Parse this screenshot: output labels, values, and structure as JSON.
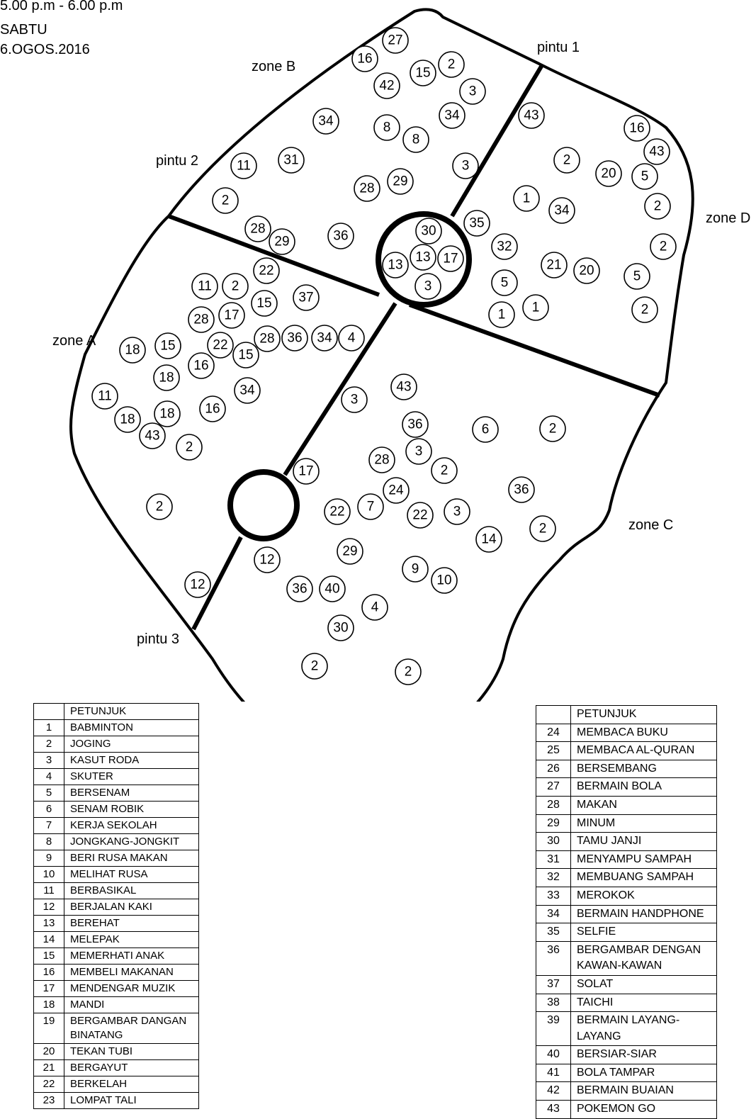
{
  "header": {
    "time": "5.00 p.m - 6.00 p.m",
    "day": "SABTU",
    "date": "6.OGOS.2016"
  },
  "map": {
    "zones": {
      "a": "zone A",
      "b": "zone B",
      "c": "zone C",
      "d": "zone D"
    },
    "gates": {
      "g1": "pintu 1",
      "g2": "pintu 2",
      "g3": "pintu 3"
    },
    "markers": {
      "zone_a": [
        "22",
        "11",
        "2",
        "37",
        "15",
        "28",
        "17",
        "18",
        "15",
        "22",
        "28",
        "36",
        "34",
        "4",
        "15",
        "16",
        "18",
        "34",
        "11",
        "16",
        "18",
        "18",
        "43",
        "2",
        "2",
        "17",
        "12",
        "12"
      ],
      "zone_b": [
        "27",
        "16",
        "2",
        "15",
        "42",
        "3",
        "34",
        "34",
        "8",
        "8",
        "11",
        "31",
        "3",
        "29",
        "28",
        "2",
        "36",
        "28",
        "29",
        "30",
        "13",
        "13",
        "17",
        "3"
      ],
      "zone_c": [
        "43",
        "3",
        "36",
        "6",
        "2",
        "28",
        "3",
        "2",
        "24",
        "36",
        "7",
        "22",
        "22",
        "3",
        "2",
        "14",
        "29",
        "9",
        "10",
        "36",
        "40",
        "4",
        "30",
        "2",
        "2"
      ],
      "zone_d": [
        "43",
        "16",
        "43",
        "2",
        "20",
        "5",
        "1",
        "34",
        "2",
        "35",
        "2",
        "32",
        "21",
        "20",
        "5",
        "5",
        "1",
        "1",
        "2"
      ]
    }
  },
  "legend_left": {
    "header": "PETUNJUK",
    "rows": [
      {
        "no": "1",
        "label": "BABMINTON"
      },
      {
        "no": "2",
        "label": "JOGING"
      },
      {
        "no": "3",
        "label": "KASUT RODA"
      },
      {
        "no": "4",
        "label": "SKUTER"
      },
      {
        "no": "5",
        "label": "BERSENAM"
      },
      {
        "no": "6",
        "label": "SENAM ROBIK"
      },
      {
        "no": "7",
        "label": "KERJA SEKOLAH"
      },
      {
        "no": "8",
        "label": "JONGKANG-JONGKIT"
      },
      {
        "no": "9",
        "label": "BERI RUSA MAKAN"
      },
      {
        "no": "10",
        "label": "MELIHAT RUSA"
      },
      {
        "no": "11",
        "label": "BERBASIKAL"
      },
      {
        "no": "12",
        "label": "BERJALAN KAKI"
      },
      {
        "no": "13",
        "label": "BEREHAT"
      },
      {
        "no": "14",
        "label": "MELEPAK"
      },
      {
        "no": "15",
        "label": "MEMERHATI ANAK"
      },
      {
        "no": "16",
        "label": "MEMBELI MAKANAN"
      },
      {
        "no": "17",
        "label": "MENDENGAR MUZIK"
      },
      {
        "no": "18",
        "label": "MANDI"
      },
      {
        "no": "19",
        "label": "BERGAMBAR DANGAN BINATANG"
      },
      {
        "no": "20",
        "label": "TEKAN TUBI"
      },
      {
        "no": "21",
        "label": "BERGAYUT"
      },
      {
        "no": "22",
        "label": "BERKELAH"
      },
      {
        "no": "23",
        "label": "LOMPAT TALI"
      }
    ]
  },
  "legend_right": {
    "header": "PETUNJUK",
    "rows": [
      {
        "no": "24",
        "label": "MEMBACA BUKU"
      },
      {
        "no": "25",
        "label": "MEMBACA AL-QURAN"
      },
      {
        "no": "26",
        "label": "BERSEMBANG"
      },
      {
        "no": "27",
        "label": "BERMAIN BOLA"
      },
      {
        "no": "28",
        "label": "MAKAN"
      },
      {
        "no": "29",
        "label": "MINUM"
      },
      {
        "no": "30",
        "label": "TAMU JANJI"
      },
      {
        "no": "31",
        "label": "MENYAMPU SAMPAH"
      },
      {
        "no": "32",
        "label": "MEMBUANG SAMPAH"
      },
      {
        "no": "33",
        "label": "MEROKOK"
      },
      {
        "no": "34",
        "label": "BERMAIN HANDPHONE"
      },
      {
        "no": "35",
        "label": "SELFIE"
      },
      {
        "no": "36",
        "label": "BERGAMBAR DENGAN KAWAN-KAWAN"
      },
      {
        "no": "37",
        "label": "SOLAT"
      },
      {
        "no": "38",
        "label": "TAICHI"
      },
      {
        "no": "39",
        "label": "BERMAIN LAYANG-LAYANG"
      },
      {
        "no": "40",
        "label": "BERSIAR-SIAR"
      },
      {
        "no": "41",
        "label": "BOLA TAMPAR"
      },
      {
        "no": "42",
        "label": "BERMAIN BUAIAN"
      },
      {
        "no": "43",
        "label": "POKEMON GO"
      }
    ]
  }
}
